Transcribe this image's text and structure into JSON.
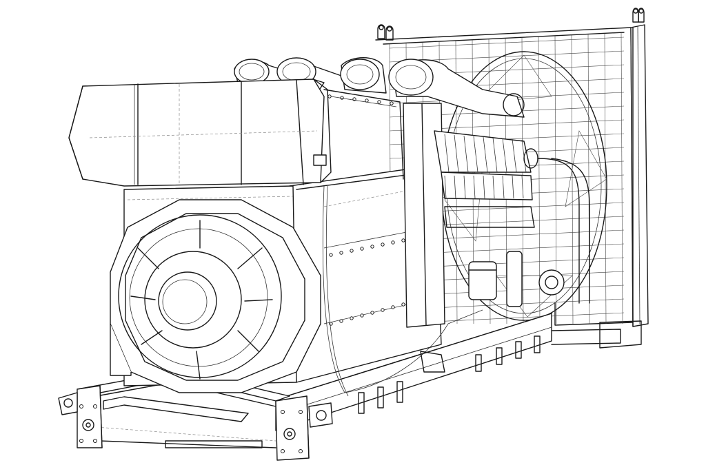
{
  "figure": {
    "subject": "diesel-generator-set-wireframe",
    "style": "black line drawing on white background",
    "colors": {
      "background": "#ffffff",
      "line": "#1a1a1a",
      "hidden_line": "#888888"
    },
    "components": [
      "air-filter-housing",
      "intake-pipes",
      "alternator",
      "engine-block",
      "radiator-grille",
      "cooling-fan",
      "base-frame",
      "lifting-eyes",
      "mounting-feet"
    ]
  }
}
